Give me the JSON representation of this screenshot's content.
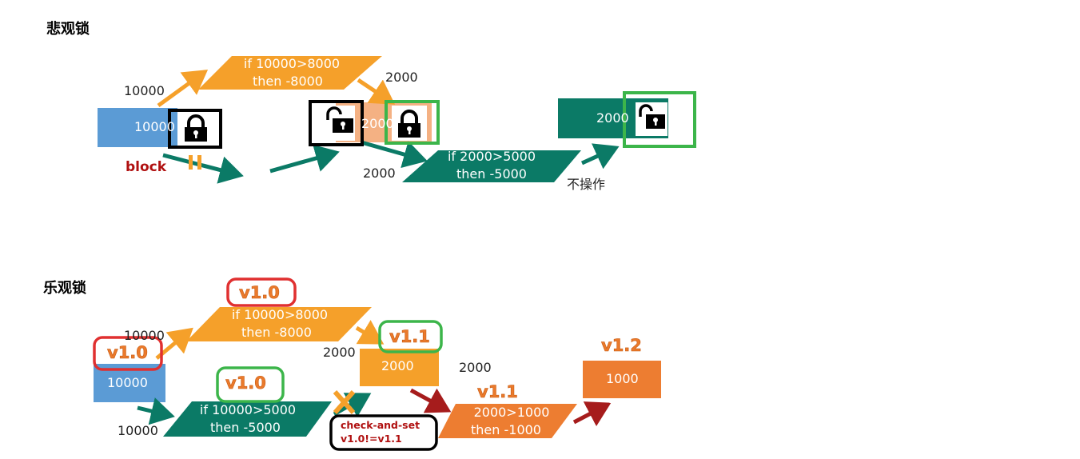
{
  "pessimistic": {
    "title": "悲观锁",
    "value_top": "10000",
    "box1_value": "10000",
    "block_label": "block",
    "branch1": {
      "line1": "if 10000>8000",
      "line2": "then -8000"
    },
    "mid_value_top": "2000",
    "box2_value": "2000",
    "mid_value_bottom": "2000",
    "branch2": {
      "line1": "if 2000>5000",
      "line2": "then -5000"
    },
    "no_op_label": "不操作",
    "box3_value": "2000"
  },
  "optimistic": {
    "title": "乐观锁",
    "value_top": "10000",
    "ver_start": "v1.0",
    "box1_value": "10000",
    "branch1_version": "v1.0",
    "branch1": {
      "line1": "if 10000>8000",
      "line2": "then -8000"
    },
    "value_bottom": "10000",
    "branch2_version": "v1.0",
    "branch2": {
      "line1": "if 10000>5000",
      "line2": "then -5000"
    },
    "box2_label_left": "2000",
    "box2_version": "v1.1",
    "box2_value": "2000",
    "cas_line1": "check-and-set",
    "cas_line2": "v1.0!=v1.1",
    "mid_value": "2000",
    "branch3_version": "v1.1",
    "branch3": {
      "line1": "2000>1000",
      "line2": "then -1000"
    },
    "box3_version": "v1.2",
    "box3_value": "1000"
  },
  "colors": {
    "blue_box": "#5b9bd5",
    "orange": "#f5a02a",
    "teal": "#0b7a66",
    "peach": "#f4b183",
    "dark_orange": "#ed7d31",
    "dark_red_arrow": "#a61c1c",
    "highlight_black": "#000000",
    "highlight_green": "#3cb54a",
    "highlight_red": "#e03030"
  },
  "icons": [
    "lock-closed-icon",
    "lock-open-icon",
    "cross-icon",
    "pause-icon"
  ]
}
